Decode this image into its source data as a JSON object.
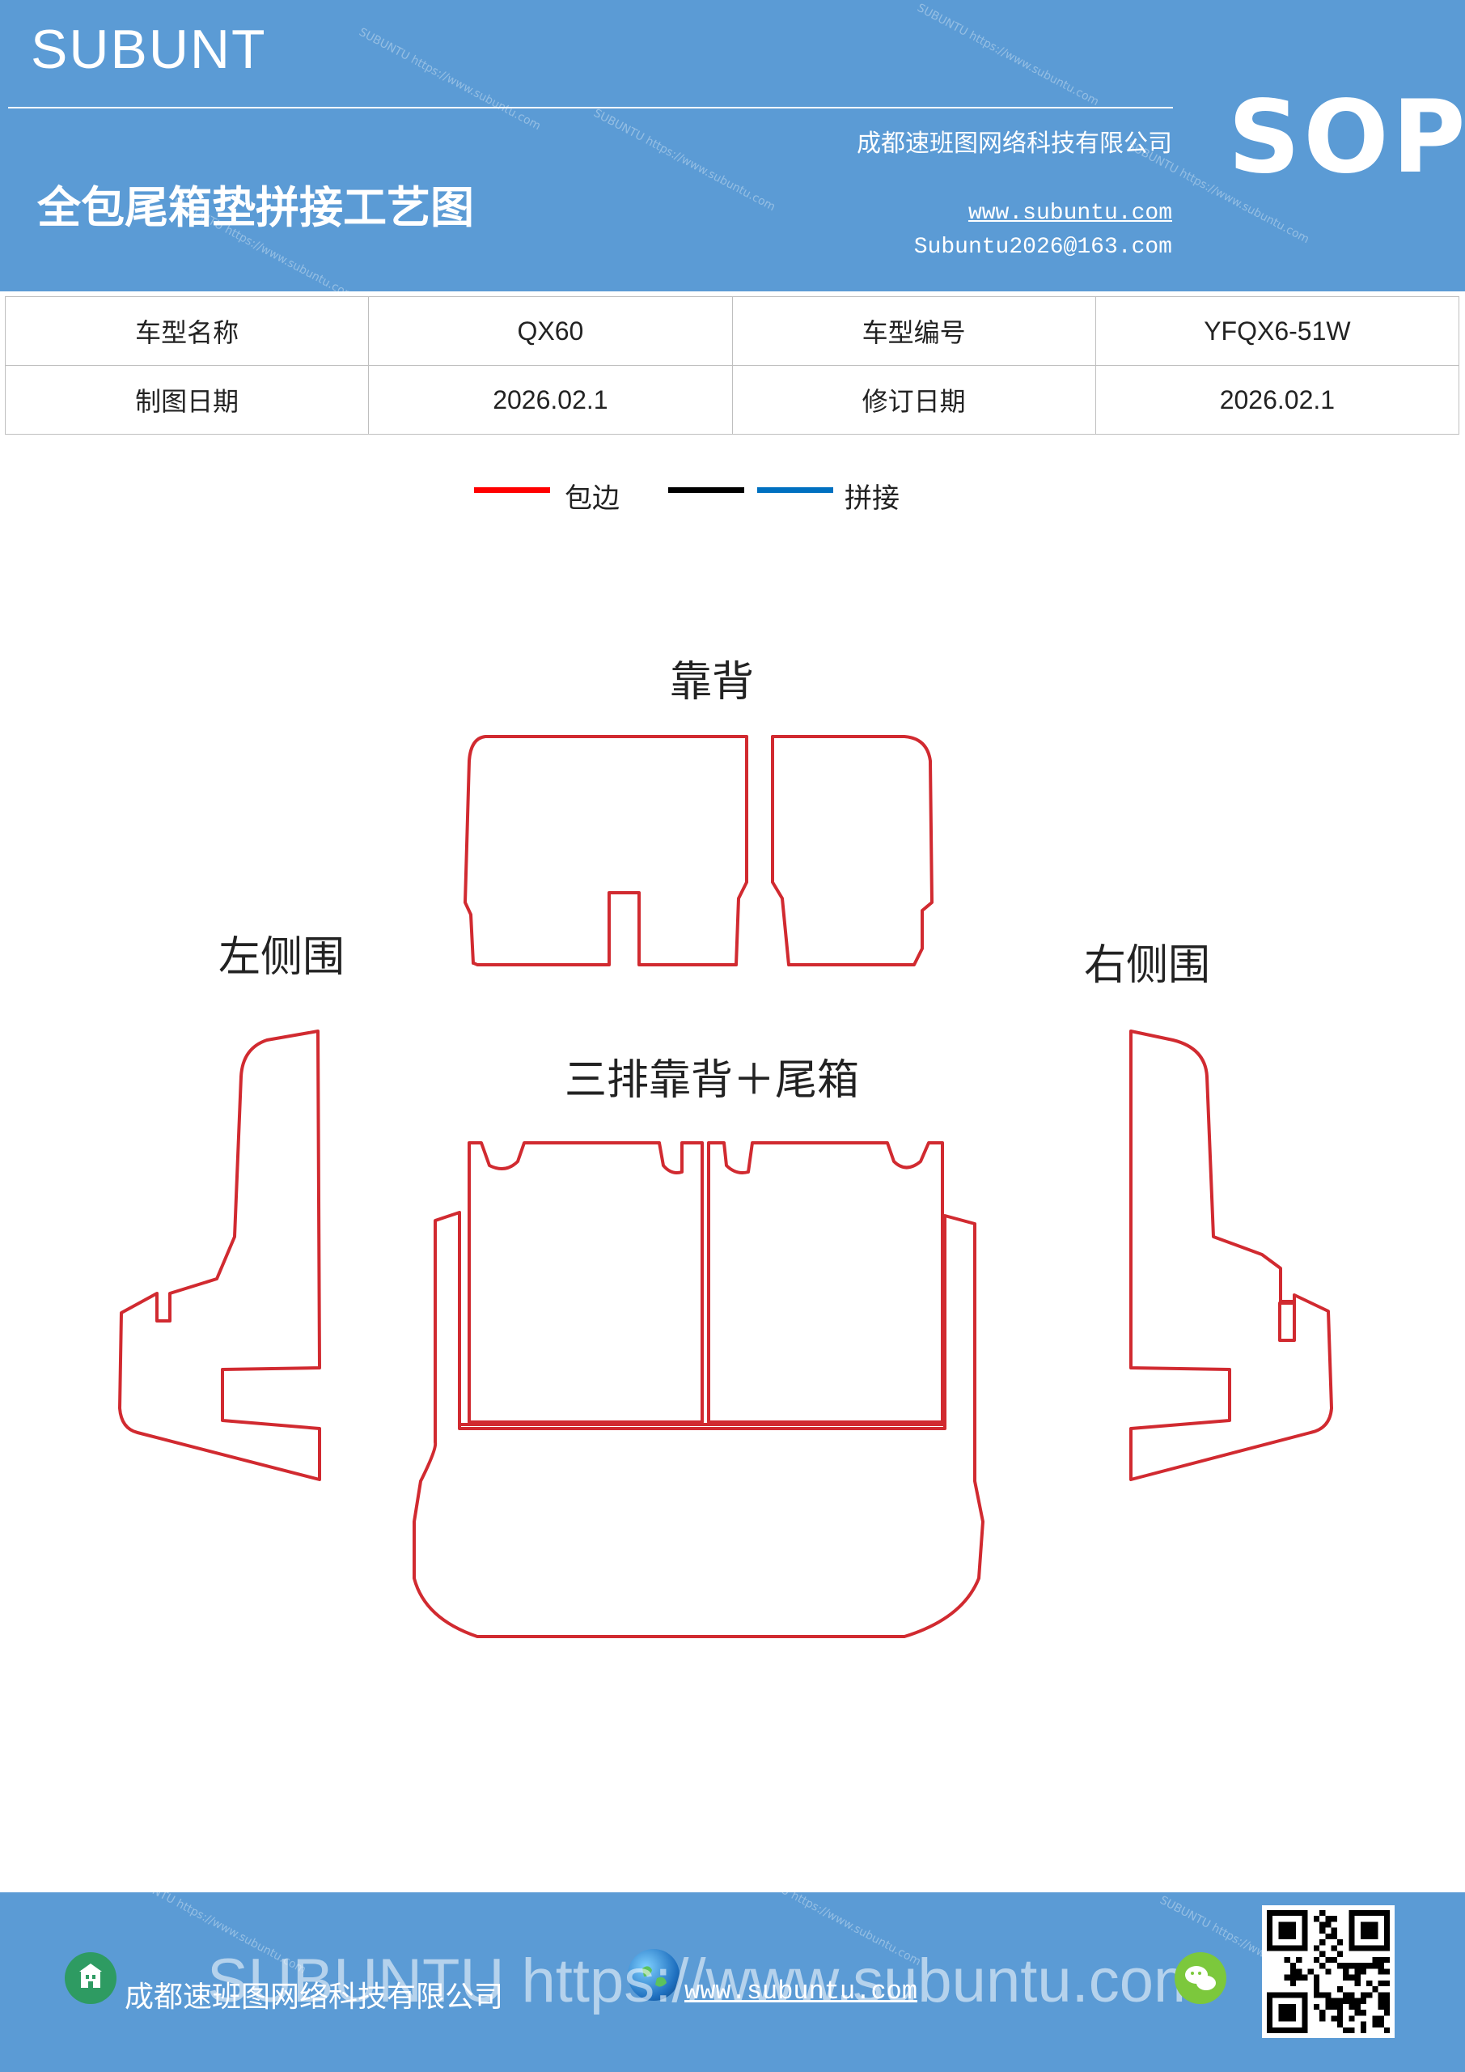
{
  "header": {
    "brand": "SUBUNT",
    "company": "成都速班图网络科技有限公司",
    "doc_title": "全包尾箱垫拼接工艺图",
    "website": "www.subuntu.com",
    "email": "Subuntu2026@163.com",
    "badge": "SOP"
  },
  "info_table": {
    "rows": [
      {
        "label1": "车型名称",
        "value1": "QX60",
        "label2": "车型编号",
        "value2": "YFQX6-51W"
      },
      {
        "label1": "制图日期",
        "value1": "2026.02.1",
        "label2": "修订日期",
        "value2": "2026.02.1"
      }
    ]
  },
  "legend": {
    "items": [
      {
        "color": "#ff0000",
        "label": "包边"
      },
      {
        "color": "#000000",
        "label": ""
      },
      {
        "color": "#0070c0",
        "label": "拼接"
      }
    ]
  },
  "diagram": {
    "outline_color": "#d12a30",
    "labels": {
      "backrest": "靠背",
      "left_side": "左侧围",
      "right_side": "右侧围",
      "third_row_trunk": "三排靠背＋尾箱"
    }
  },
  "footer": {
    "company": "成都速班图网络科技有限公司",
    "website": "www.subuntu.com",
    "watermark": "SUBUNTU https://www.subuntu.com"
  }
}
